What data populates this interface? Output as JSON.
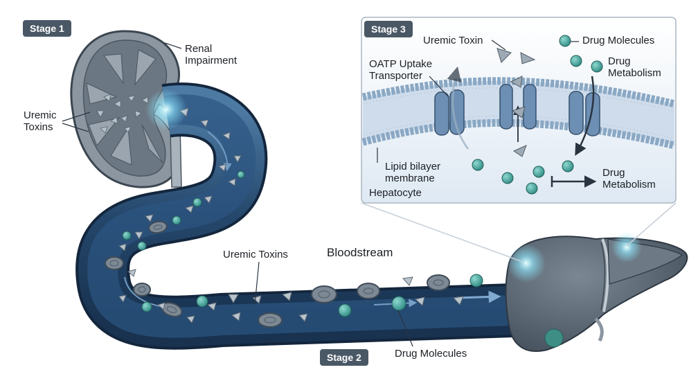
{
  "stages": {
    "stage1": "Stage 1",
    "stage2": "Stage 2",
    "stage3": "Stage 3"
  },
  "labels": {
    "renal_impairment": "Renal\nImpairment",
    "uremic_toxins_kidney": "Uremic\nToxins",
    "uremic_toxins_vessel": "Uremic Toxins",
    "bloodstream": "Bloodstream",
    "drug_molecules_vessel": "Drug Molecules",
    "uremic_toxin_inset": "Uremic Toxin",
    "drug_molecules_inset": "Drug Molecules",
    "drug_metabolism_top": "Drug\nMetabolism",
    "oatp": "OATP Uptake\nTransporter",
    "lipid_bilayer": "Lipid bilayer\nmembrane",
    "hepatocyte": "Hepatocyte",
    "drug_metabolism_bottom": "Drug\nMetabolism"
  },
  "colors": {
    "vessel_dark": "#1f3c5c",
    "vessel_light": "#5a86ad",
    "toxin": "#8d9aa6",
    "drug": "#3e9e96",
    "rbc": "#7d8a96",
    "liver": "#5f6d7a",
    "kidney": "#6b7783",
    "membrane": "#8aa8c4",
    "transporter": "#6d8fb3",
    "badge": "#4a5866"
  },
  "icons": [
    "kidney-icon",
    "blood-vessel-icon",
    "liver-icon",
    "cell-membrane-icon",
    "transporter-icon",
    "inhibition-arrow-icon"
  ]
}
